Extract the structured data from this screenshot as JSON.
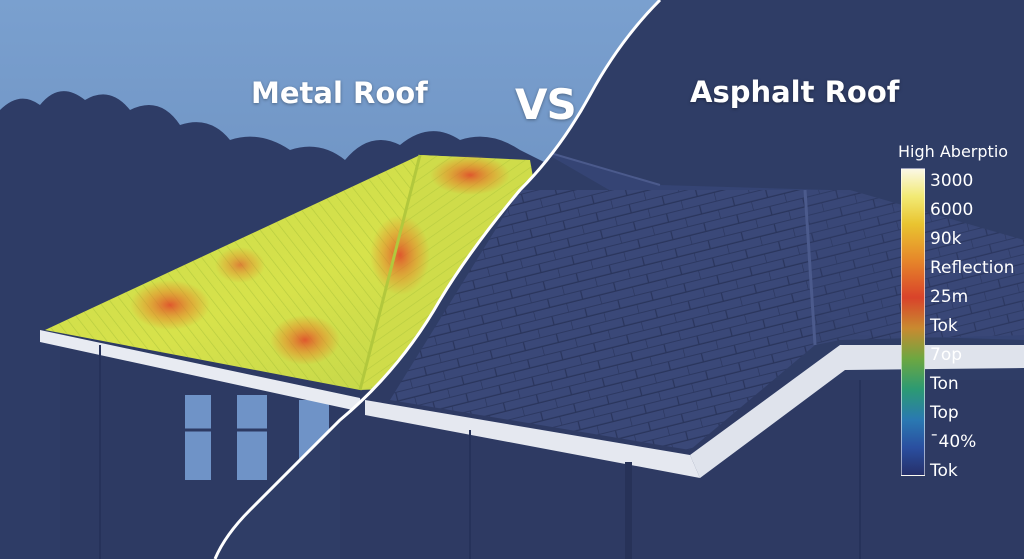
{
  "titles": {
    "left": "Metal Roof",
    "vs": "VS",
    "right": "Asphalt Roof"
  },
  "legend": {
    "title": "High Aberptio",
    "labels": [
      "3000",
      "6000",
      "90k",
      "Reflection",
      "25m",
      "Tok",
      "7op",
      "Ton",
      "Top",
      "ˉ40%",
      "Tok"
    ]
  },
  "colors": {
    "sky_left": "#6f93c3",
    "sky_right": "#2f3d66",
    "metal_roof_base": "#d3e14a",
    "metal_roof_hotspot": "#e0572c",
    "asphalt_shingle": "#3b4a79",
    "divider_line": "#ffffff"
  }
}
